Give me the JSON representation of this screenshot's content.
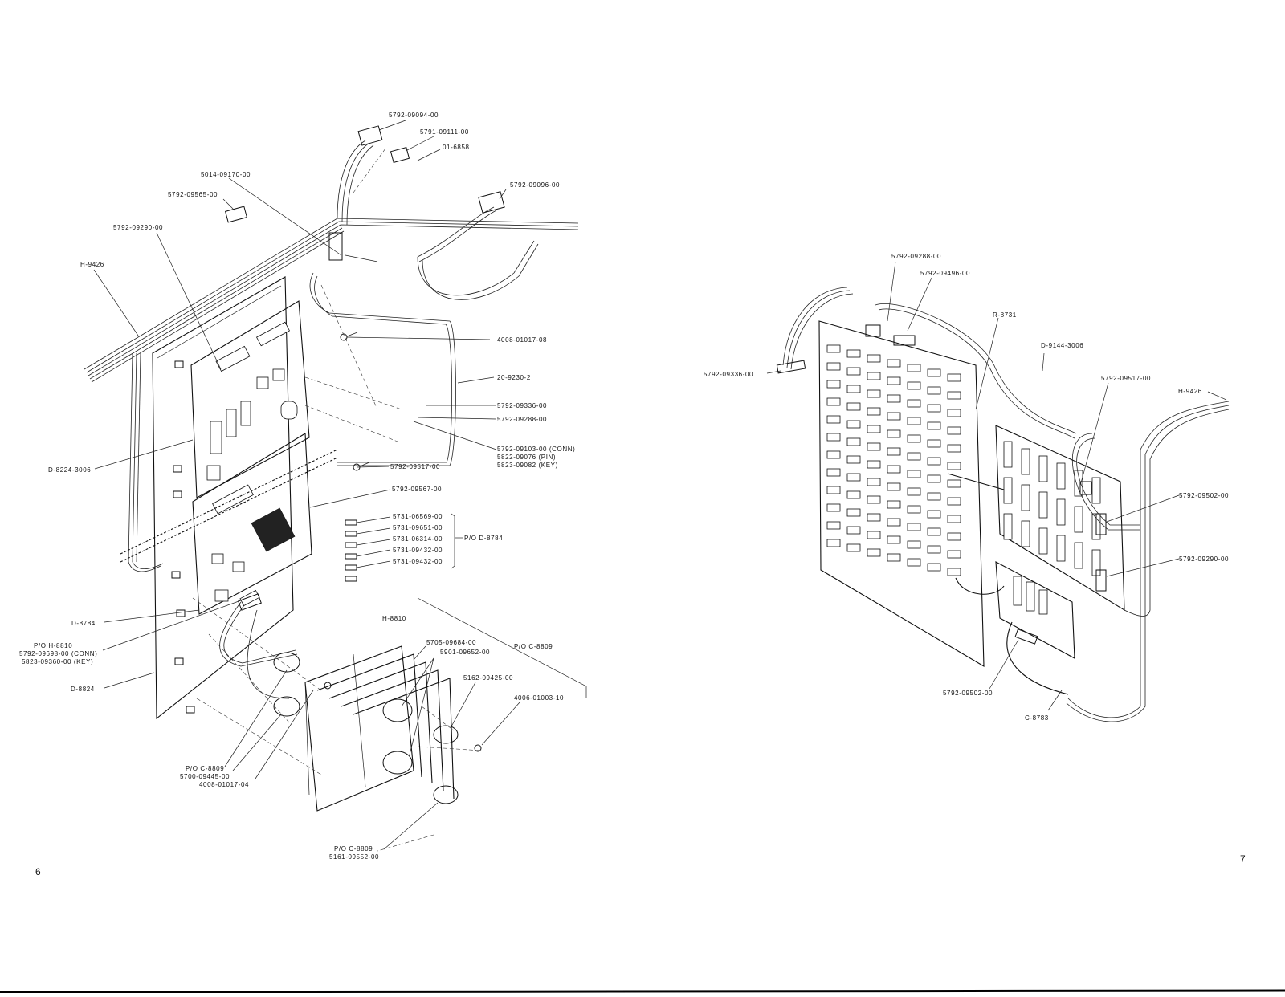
{
  "page_numbers": {
    "left": "6",
    "right": "7"
  },
  "callouts_left": {
    "c1": "5792-09094-00",
    "c2": "5791-09111-00",
    "c3": "01-6858",
    "c4": "5014-09170-00",
    "c5": "5792-09096-00",
    "c6": "5792-09565-00",
    "c7": "5792-09290-00",
    "c8": "H-9426",
    "c9": "4008-01017-08",
    "c10": "20-9230-2",
    "c11": "5792-09336-00",
    "c12": "5792-09288-00",
    "c13a": "5792-09103-00 (CONN)",
    "c13b": "5822-09076 (PIN)",
    "c13c": "5823-09082 (KEY)",
    "c14": "D-8224-3006",
    "c15": "5792-09517-00",
    "c16": "5792-09567-00",
    "c17a": "5731-06569-00",
    "c17b": "5731-09651-00",
    "c17c": "5731-06314-00",
    "c17d": "5731-09432-00",
    "c17e": "5731-09432-00",
    "c18": "P/O D-8784",
    "c19": "D-8784",
    "c20a": "P/O H-8810",
    "c20b": "5792-09698-00 (CONN)",
    "c20c": "5823-09360-00 (KEY)",
    "c21": "H-8810",
    "c22": "5705-09684-00",
    "c23": "5901-09652-00",
    "c24": "P/O C-8809",
    "c25": "D-8824",
    "c26": "5162-09425-00",
    "c27": "4006-01003-10",
    "c28a": "P/O C-8809",
    "c28b": "5700-09445-00",
    "c29": "4008-01017-04",
    "c30a": "P/O C-8809",
    "c30b": "5161-09552-00"
  },
  "callouts_right": {
    "r1": "5792-09288-00",
    "r2": "5792-09496-00",
    "r3": "R-8731",
    "r4": "D-9144-3006",
    "r5": "5792-09336-00",
    "r6": "5792-09517-00",
    "r7": "H-9426",
    "r8": "5792-09502-00",
    "r9": "5792-09290-00",
    "r10": "5792-09502-00",
    "r11": "C-8783"
  }
}
